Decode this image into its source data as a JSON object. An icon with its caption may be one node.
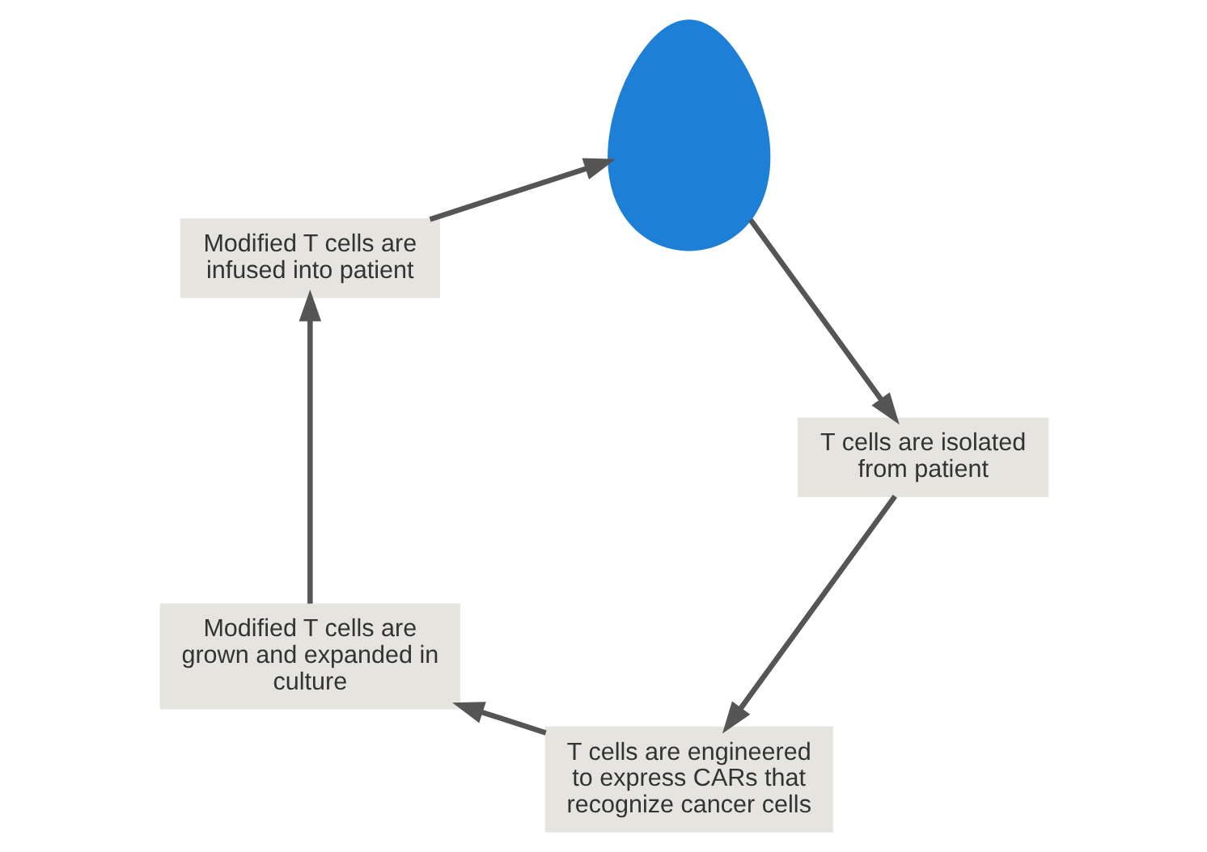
{
  "diagram": {
    "nodes": [
      {
        "text": [
          "T cells are engineered to express CARs that recognize cancer cells"
        ]
      },
      {
        "text": [
          "Modified T cells are grown and expanded in culture"
        ]
      },
      {
        "text": [
          "Modified T cells are infused into patient"
        ]
      },
      {
        "text": [],
        "shape": "person"
      },
      {
        "text": [
          "T cells are isolated from patient"
        ]
      }
    ],
    "edges": [
      {
        "from": 0,
        "to": 1,
        "arrow": "to"
      },
      {
        "from": 1,
        "to": 2,
        "arrow": "to"
      },
      {
        "from": 2,
        "to": 3,
        "arrow": "to"
      },
      {
        "from": 3,
        "to": 4,
        "arrow": "to"
      },
      {
        "from": 4,
        "to": 0,
        "arrow": "to"
      }
    ]
  }
}
